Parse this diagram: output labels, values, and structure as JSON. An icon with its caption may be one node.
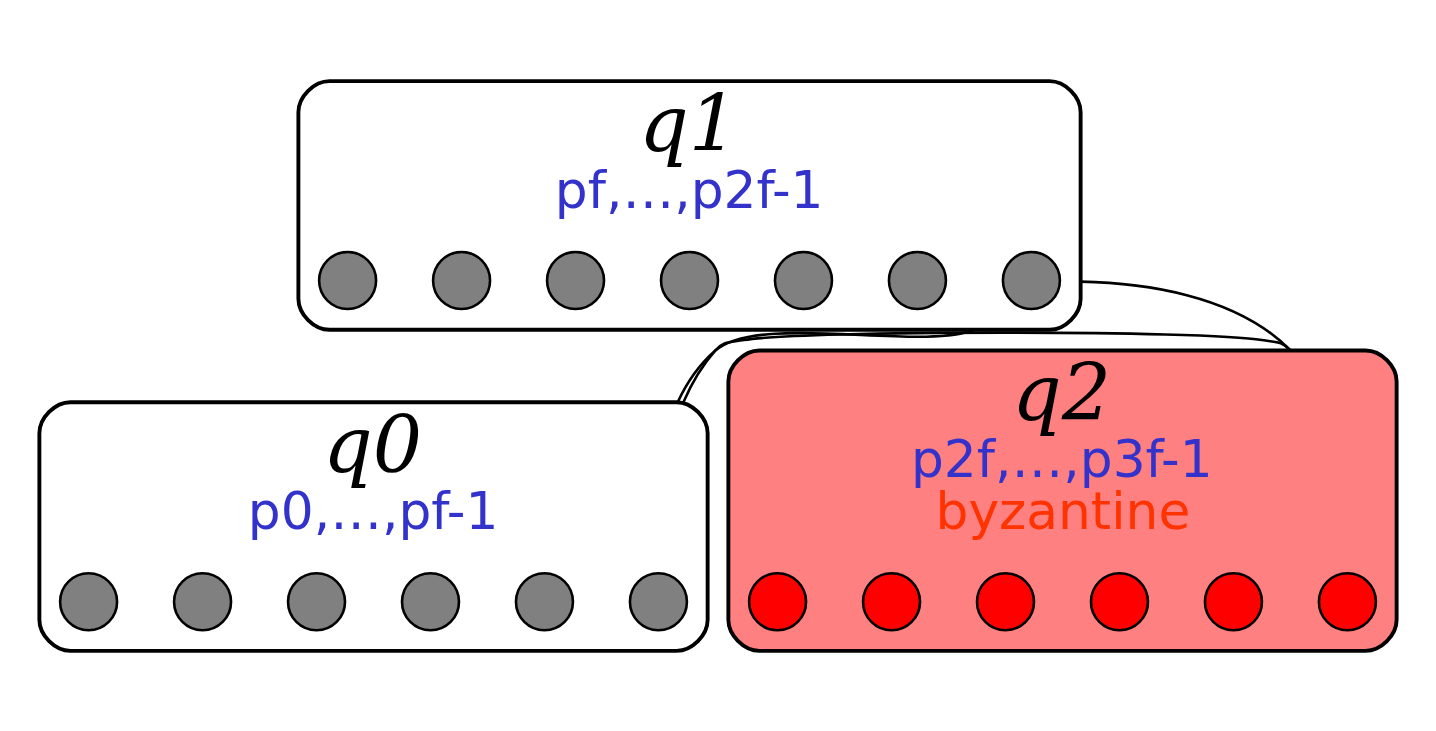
{
  "diagram": {
    "nodes": [
      {
        "text": [
          "q1"
        ],
        "beside": [
          "pf,…,p2f-1"
        ]
      },
      {
        "text": [],
        "shape": "circle",
        "in": 0
      },
      {
        "text": [],
        "shape": "circle",
        "in": 0
      },
      {
        "text": [],
        "shape": "circle",
        "in": 0
      },
      {
        "text": [],
        "shape": "circle",
        "in": 0
      },
      {
        "text": [],
        "shape": "circle",
        "in": 0
      },
      {
        "text": [],
        "shape": "circle",
        "in": 0
      },
      {
        "text": [],
        "shape": "circle",
        "in": 0
      },
      {
        "text": [
          "q0"
        ],
        "beside": [
          "p0,…,pf-1"
        ]
      },
      {
        "text": [],
        "shape": "circle",
        "in": 8
      },
      {
        "text": [],
        "shape": "circle",
        "in": 8
      },
      {
        "text": [],
        "shape": "circle",
        "in": 8
      },
      {
        "text": [],
        "shape": "circle",
        "in": 8
      },
      {
        "text": [],
        "shape": "circle",
        "in": 8
      },
      {
        "text": [],
        "shape": "circle",
        "in": 8
      },
      {
        "text": [
          "q2"
        ],
        "beside": [
          "p2f,…,p3f-1",
          "byzantine"
        ]
      },
      {
        "text": [],
        "shape": "circle",
        "in": 15
      },
      {
        "text": [],
        "shape": "circle",
        "in": 15
      },
      {
        "text": [],
        "shape": "circle",
        "in": 15
      },
      {
        "text": [],
        "shape": "circle",
        "in": 15
      },
      {
        "text": [],
        "shape": "circle",
        "in": 15
      },
      {
        "text": [],
        "shape": "circle",
        "in": 15
      }
    ],
    "edges": [
      {
        "from": 0,
        "to": 8,
        "arrow": "none"
      },
      {
        "from": 0,
        "to": 15,
        "arrow": "none"
      },
      {
        "from": 8,
        "to": 15,
        "arrow": "none"
      }
    ]
  }
}
